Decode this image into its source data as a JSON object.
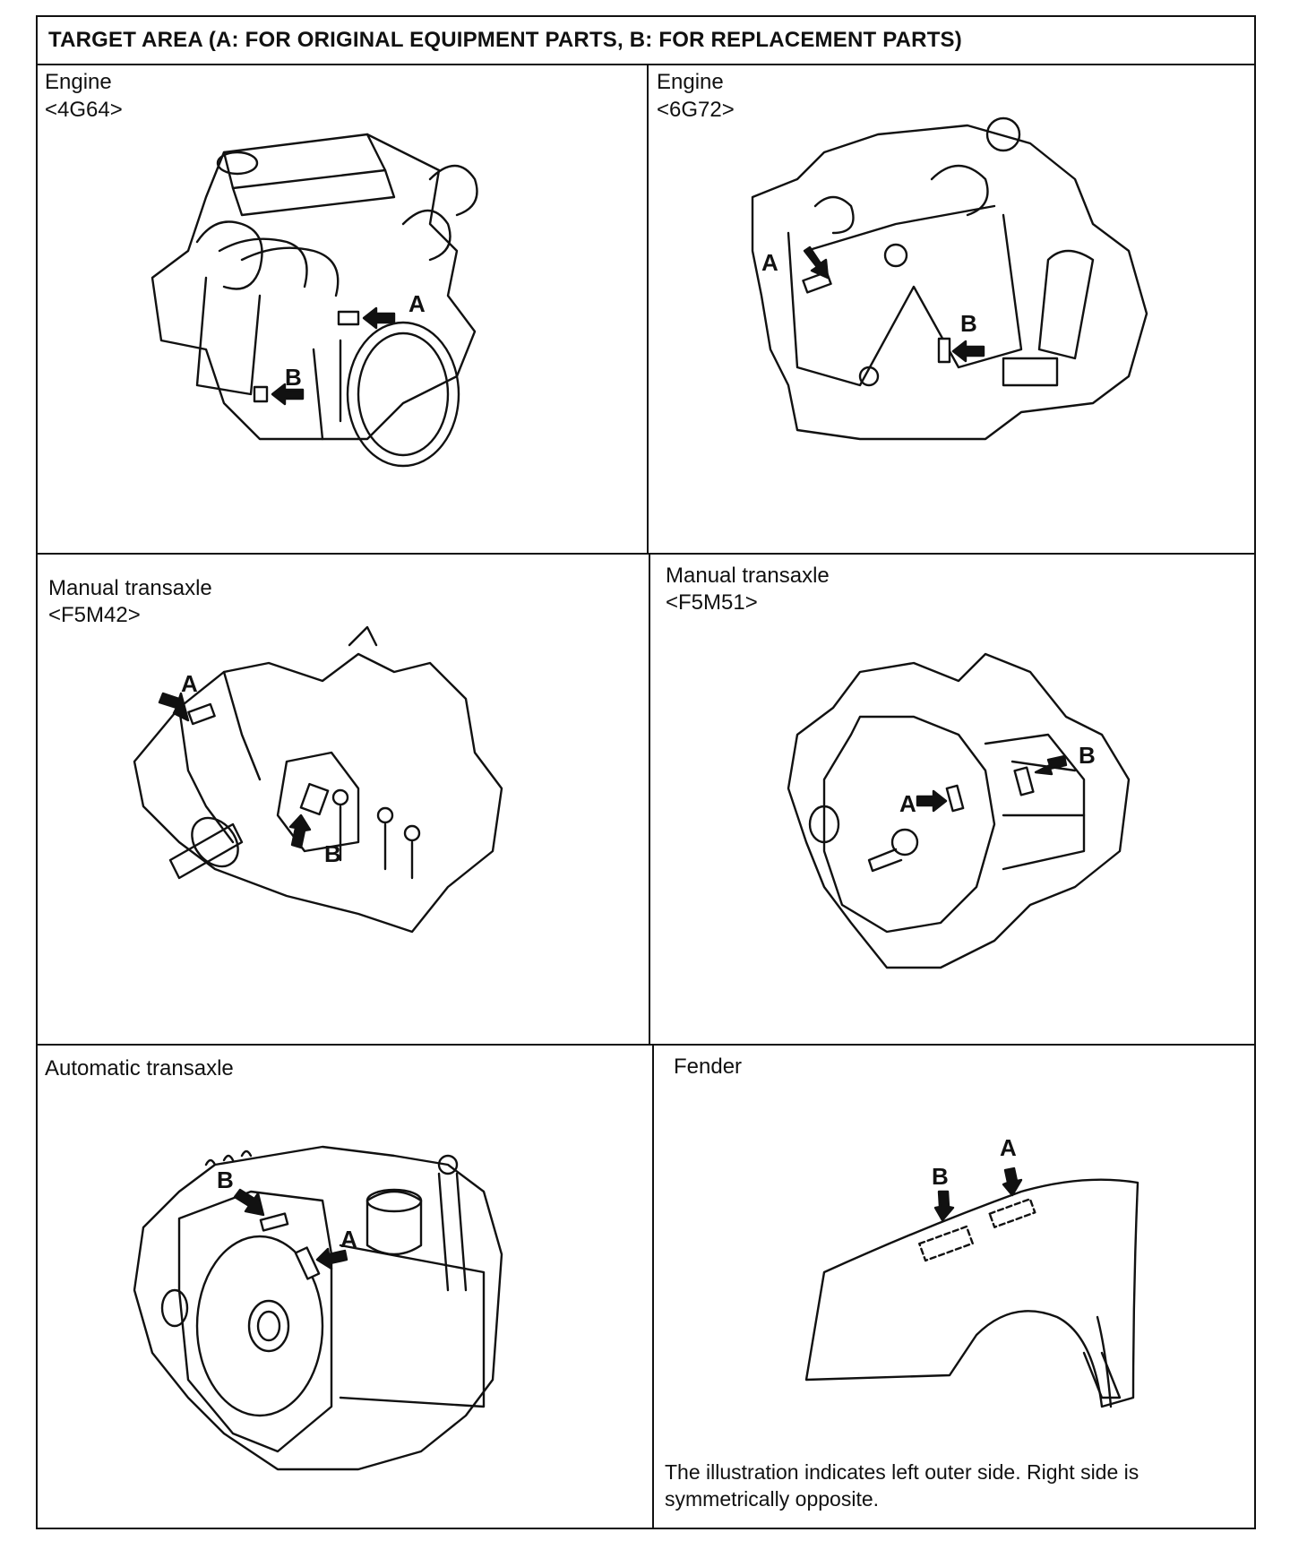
{
  "header": {
    "title": "TARGET AREA (A: FOR ORIGINAL EQUIPMENT PARTS, B: FOR REPLACEMENT PARTS)"
  },
  "cells": {
    "engine_4g64": {
      "title": "Engine",
      "code": "<4G64>",
      "marker_a": "A",
      "marker_b": "B"
    },
    "engine_6g72": {
      "title": "Engine",
      "code": "<6G72>",
      "marker_a": "A",
      "marker_b": "B"
    },
    "manual_f5m42": {
      "title": "Manual transaxle",
      "code": "<F5M42>",
      "marker_a": "A",
      "marker_b": "B"
    },
    "manual_f5m51": {
      "title": "Manual transaxle",
      "code": "<F5M51>",
      "marker_a": "A",
      "marker_b": "B"
    },
    "automatic": {
      "title": "Automatic transaxle",
      "marker_a": "A",
      "marker_b": "B"
    },
    "fender": {
      "title": "Fender",
      "marker_a": "A",
      "marker_b": "B",
      "note": "The illustration indicates left outer side. Right side is symmetrically opposite."
    }
  }
}
